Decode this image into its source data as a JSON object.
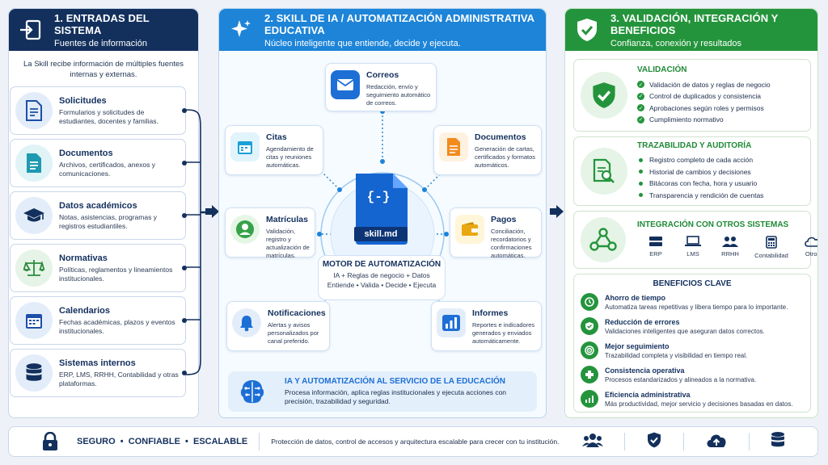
{
  "col1": {
    "title": "1. ENTRADAS DEL SISTEMA",
    "subtitle": "Fuentes de información",
    "intro": "La Skill recibe información de múltiples fuentes internas y externas.",
    "items": [
      {
        "title": "Solicitudes",
        "desc": "Formularios y solicitudes de estudiantes, docentes y familias.",
        "icon": "document-list-icon"
      },
      {
        "title": "Documentos",
        "desc": "Archivos, certificados, anexos y comunicaciones.",
        "icon": "file-icon"
      },
      {
        "title": "Datos académicos",
        "desc": "Notas, asistencias, programas y registros estudiantiles.",
        "icon": "graduation-cap-icon"
      },
      {
        "title": "Normativas",
        "desc": "Políticas, reglamentos y lineamientos institucionales.",
        "icon": "scales-icon"
      },
      {
        "title": "Calendarios",
        "desc": "Fechas académicas, plazos y eventos institucionales.",
        "icon": "calendar-icon"
      },
      {
        "title": "Sistemas internos",
        "desc": "ERP, LMS, RRHH, Contabilidad y otras plataformas.",
        "icon": "database-icon"
      }
    ]
  },
  "col2": {
    "title": "2. SKILL DE IA / AUTOMATIZACIÓN ADMINISTRATIVA EDUCATIVA",
    "subtitle": "Núcleo inteligente que entiende, decide y ejecuta.",
    "center_file": "skill.md",
    "center_code": "{-}",
    "engine_title": "MOTOR DE AUTOMATIZACIÓN",
    "engine_line1": "IA + Reglas de negocio + Datos",
    "engine_line2": "Entiende • Valida • Decide • Ejecuta",
    "nodes": {
      "correos": {
        "title": "Correos",
        "desc": "Redacción, envío y seguimiento automático de correos."
      },
      "citas": {
        "title": "Citas",
        "desc": "Agendamiento de citas y reuniones automáticas."
      },
      "documentos": {
        "title": "Documentos",
        "desc": "Generación de cartas, certificados y formatos automáticos."
      },
      "matriculas": {
        "title": "Matrículas",
        "desc": "Validación, registro y actualización de matrículas."
      },
      "pagos": {
        "title": "Pagos",
        "desc": "Conciliación, recordatorios y confirmaciones automáticas."
      },
      "notificaciones": {
        "title": "Notificaciones",
        "desc": "Alertas y avisos personalizados por canal preferido."
      },
      "informes": {
        "title": "Informes",
        "desc": "Reportes e indicadores generados y enviados automáticamente."
      }
    },
    "banner_title": "IA Y AUTOMATIZACIÓN AL SERVICIO DE LA EDUCACIÓN",
    "banner_desc": "Procesa información, aplica reglas institucionales y ejecuta acciones con precisión, trazabilidad y seguridad."
  },
  "col3": {
    "title": "3. VALIDACIÓN, INTEGRACIÓN Y BENEFICIOS",
    "subtitle": "Confianza, conexión y resultados",
    "validacion": {
      "title": "VALIDACIÓN",
      "items": [
        "Validación de datos y reglas de negocio",
        "Control de duplicados y consistencia",
        "Aprobaciones según roles y permisos",
        "Cumplimiento normativo"
      ]
    },
    "trazabilidad": {
      "title": "TRAZABILIDAD Y AUDITORÍA",
      "items": [
        "Registro completo de cada acción",
        "Historial de cambios y decisiones",
        "Bitácoras con fecha, hora y usuario",
        "Transparencia y rendición de cuentas"
      ]
    },
    "integracion": {
      "title": "INTEGRACIÓN CON OTROS SISTEMAS",
      "systems": [
        "ERP",
        "LMS",
        "RRHH",
        "Contabilidad",
        "Otros"
      ]
    },
    "beneficios": {
      "title": "BENEFICIOS CLAVE",
      "items": [
        {
          "title": "Ahorro de tiempo",
          "desc": "Automatiza tareas repetitivas y libera tiempo para lo importante."
        },
        {
          "title": "Reducción de errores",
          "desc": "Validaciones inteligentes que aseguran datos correctos."
        },
        {
          "title": "Mejor seguimiento",
          "desc": "Trazabilidad completa y visibilidad en tiempo real."
        },
        {
          "title": "Consistencia operativa",
          "desc": "Procesos estandarizados y alineados a la normativa."
        },
        {
          "title": "Eficiencia administrativa",
          "desc": "Más productividad, mejor servicio y decisiones basadas en datos."
        }
      ]
    }
  },
  "footer": {
    "tagline": "SEGURO  •  CONFIABLE  •  ESCALABLE",
    "desc": "Protección de datos, control de accesos y arquitectura escalable para crecer con tu institución."
  },
  "colors": {
    "navy": "#13305d",
    "blue": "#1d84d8",
    "green": "#24943c"
  }
}
